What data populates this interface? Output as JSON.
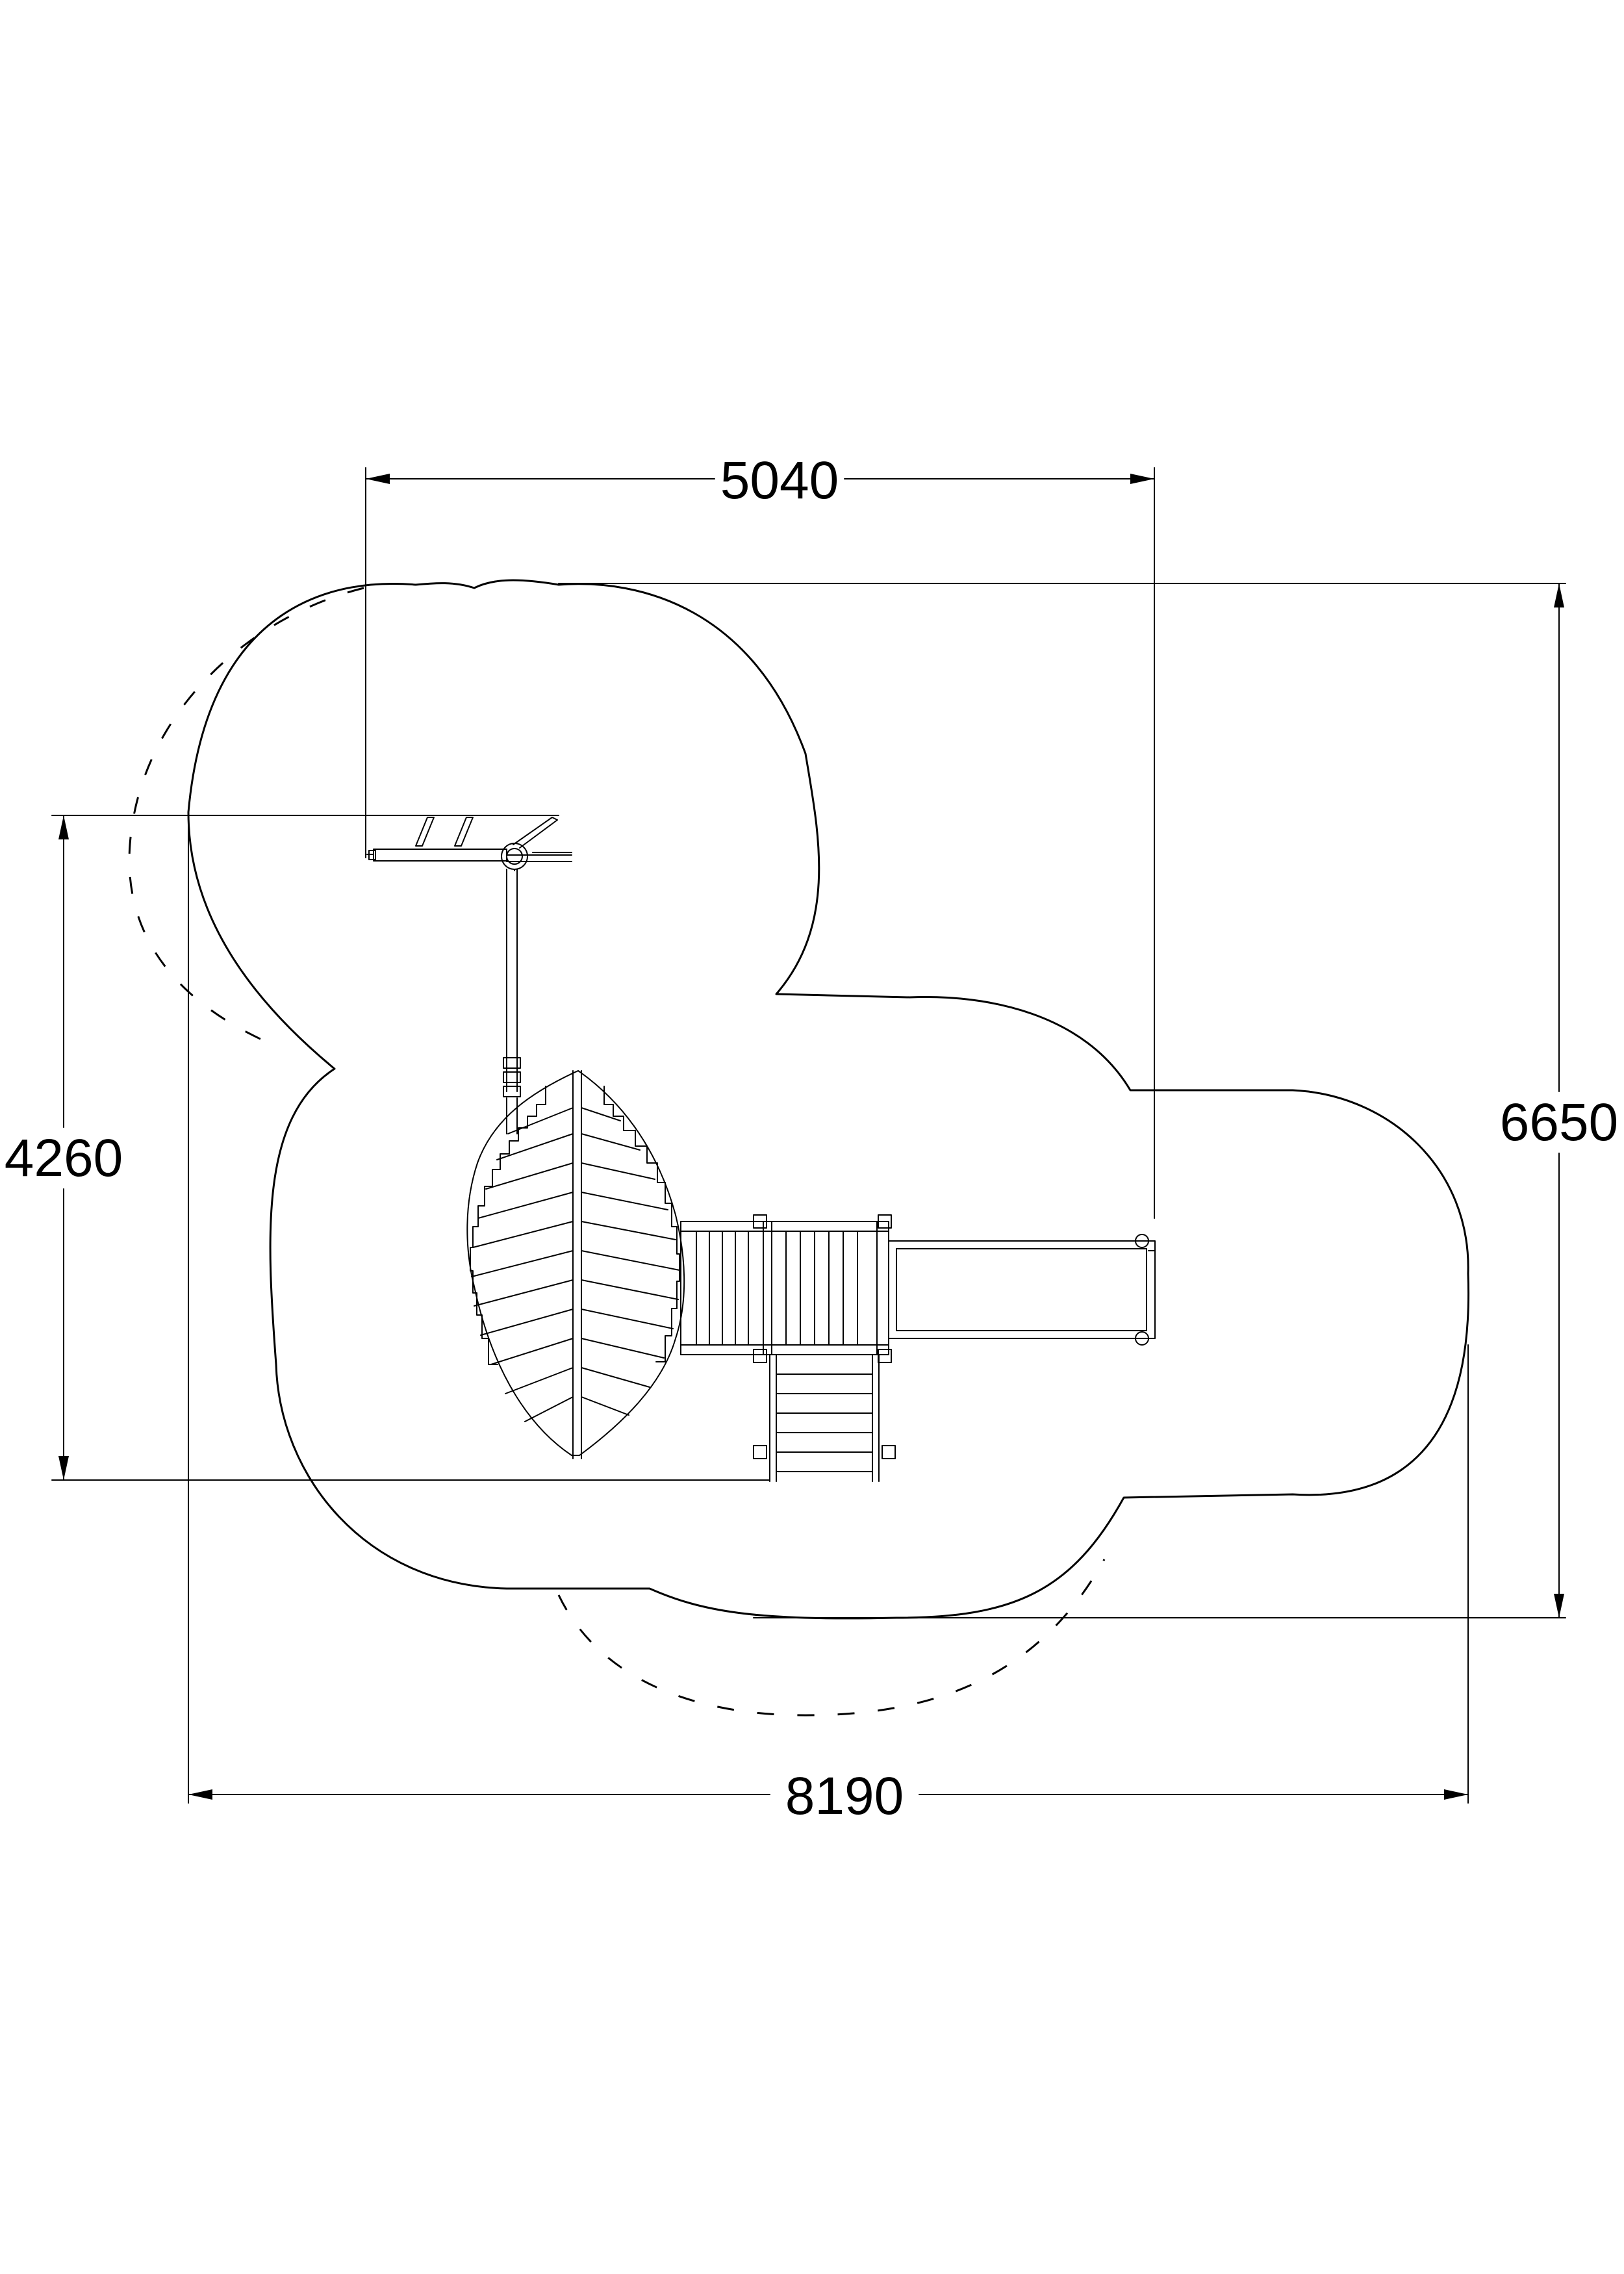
{
  "dimensions": {
    "top_width": "5040",
    "overall_width": "8190",
    "left_height": "4260",
    "overall_height": "6650"
  }
}
